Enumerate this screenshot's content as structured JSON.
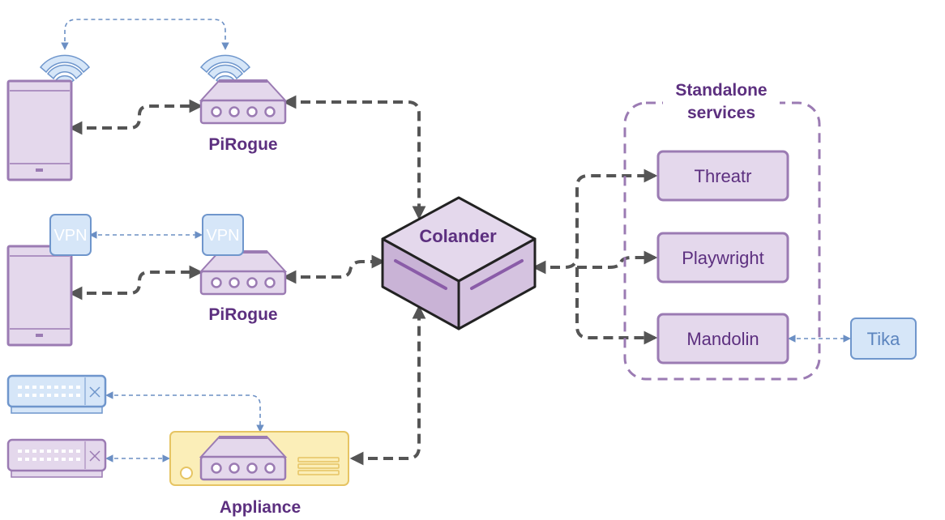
{
  "devices": {
    "pirogue_top_label": "PiRogue",
    "pirogue_mid_label": "PiRogue",
    "appliance_label": "Appliance"
  },
  "vpn": {
    "left_label": "VPN",
    "right_label": "VPN"
  },
  "colander": {
    "label": "Colander"
  },
  "standalone": {
    "title_line1": "Standalone",
    "title_line2": "services",
    "services": [
      "Threatr",
      "Playwright",
      "Mandolin"
    ]
  },
  "external": {
    "tika_label": "Tika"
  },
  "colors": {
    "purple_stroke": "#9b7bb3",
    "purple_fill": "#e4d8ec",
    "purple_text": "#5c2f7f",
    "blue_stroke": "#6f96cc",
    "blue_fill": "#d6e6f8",
    "yellow_fill": "#fbeeb8",
    "yellow_stroke": "#e6c463",
    "arrow_dark": "#555555",
    "arrow_blue": "#6b8fc4"
  },
  "icons": [
    "wifi-icon",
    "phone-icon",
    "router-icon",
    "switch-icon",
    "cube-icon"
  ]
}
